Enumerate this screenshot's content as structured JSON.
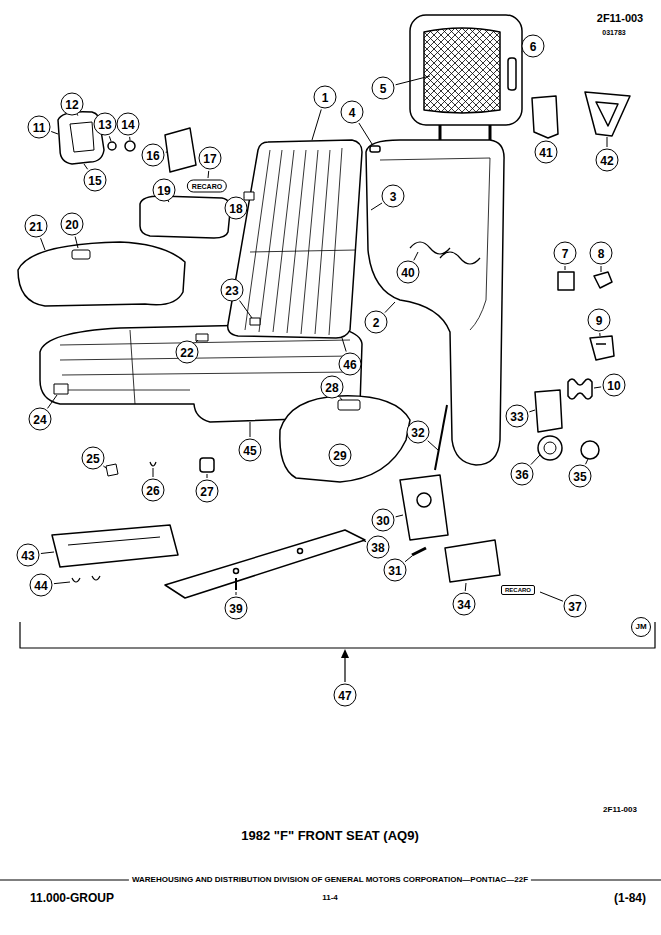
{
  "diagram": {
    "title": "1982 \"F\" FRONT SEAT (AQ9)",
    "labels": [
      "2F11-003",
      "031783",
      "6",
      "11",
      "12",
      "13",
      "14",
      "1",
      "5",
      "15",
      "16",
      "17",
      "RECARO",
      "41",
      "42",
      "19",
      "3",
      "4",
      "18",
      "21",
      "20",
      "7",
      "8",
      "40",
      "23",
      "2",
      "9",
      "22",
      "46",
      "10",
      "28",
      "24",
      "33",
      "32",
      "25",
      "45",
      "29",
      "36",
      "35",
      "26",
      "27",
      "30",
      "38",
      "43",
      "31",
      "44",
      "RECARO",
      "39",
      "34",
      "37",
      "JM",
      "47",
      "2F11-003",
      "WAREHOUSING AND DISTRIBUTION DIVISION OF GENERAL MOTORS CORPORATION—PONTIAC—22F",
      "11.000-GROUP",
      "11-4",
      "(1-84)"
    ]
  }
}
